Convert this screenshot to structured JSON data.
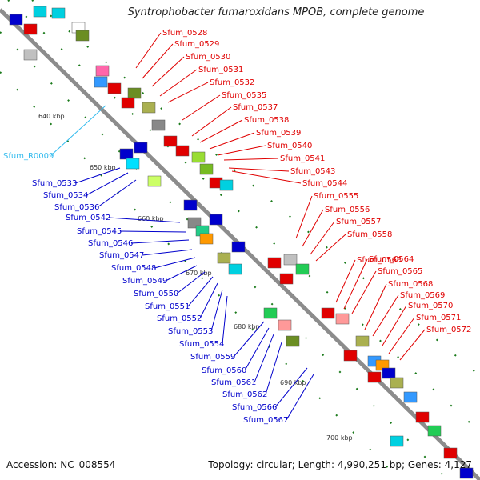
{
  "title": "Syntrophobacter fumaroxidans MPOB, complete genome",
  "footer": {
    "accession": "Accession: NC_008554",
    "summary": "Topology: circular; Length: 4,990,251 bp; Genes: 4,127"
  },
  "colors": {
    "backbone": "#8c8c8c",
    "forward_label": "#e00000",
    "reverse_label": "#0000cc",
    "rna_label": "#33bbee",
    "tick": "#1a7a1a"
  },
  "kbp_ticks": [
    "640 kbp",
    "650 kbp",
    "660 kbp",
    "670 kbp",
    "680 kbp",
    "690 kbp",
    "700 kbp"
  ],
  "rna_labels": [
    "Sfum_R0009"
  ],
  "forward_labels": [
    "Sfum_0528",
    "Sfum_0529",
    "Sfum_0530",
    "Sfum_0531",
    "Sfum_0532",
    "Sfum_0535",
    "Sfum_0537",
    "Sfum_0538",
    "Sfum_0539",
    "Sfum_0540",
    "Sfum_0541",
    "Sfum_0543",
    "Sfum_0544",
    "Sfum_0555",
    "Sfum_0556",
    "Sfum_0557",
    "Sfum_0558",
    "Sfum_0563",
    "Sfum_0564",
    "Sfum_0565",
    "Sfum_0568",
    "Sfum_0569",
    "Sfum_0570",
    "Sfum_0571",
    "Sfum_0572"
  ],
  "reverse_labels": [
    "Sfum_0533",
    "Sfum_0534",
    "Sfum_0536",
    "Sfum_0542",
    "Sfum_0545",
    "Sfum_0546",
    "Sfum_0547",
    "Sfum_0548",
    "Sfum_0549",
    "Sfum_0550",
    "Sfum_0551",
    "Sfum_0552",
    "Sfum_0553",
    "Sfum_0554",
    "Sfum_0559",
    "Sfum_0560",
    "Sfum_0561",
    "Sfum_0562",
    "Sfum_0566",
    "Sfum_0567"
  ]
}
